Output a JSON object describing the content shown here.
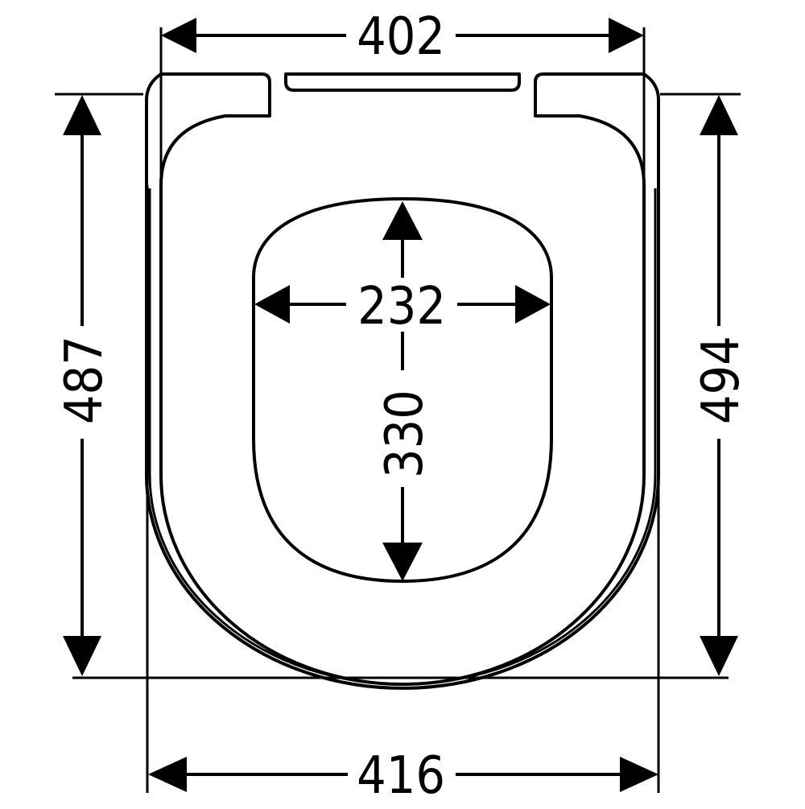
{
  "dimensions": {
    "top_width": "402",
    "bottom_width": "416",
    "left_height": "487",
    "right_height": "494",
    "opening_width": "232",
    "opening_height": "330"
  },
  "colors": {
    "line": "#000000",
    "background": "#ffffff"
  }
}
